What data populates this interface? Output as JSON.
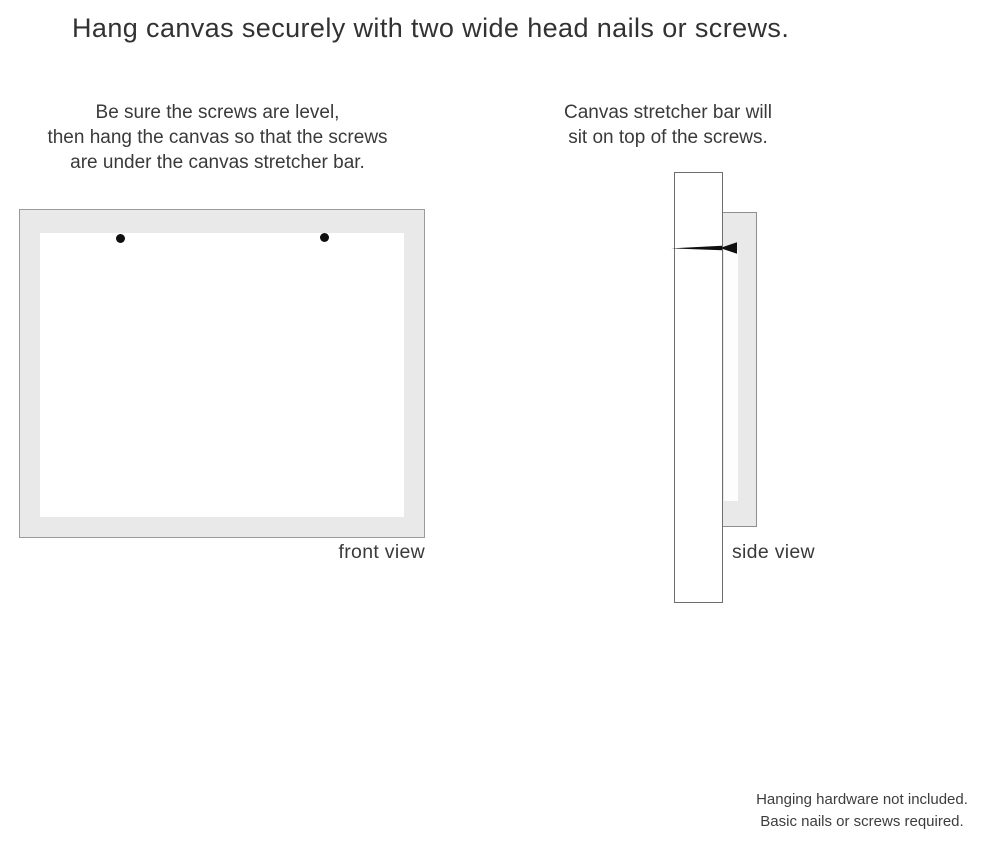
{
  "page": {
    "background": "#ffffff",
    "text_color": "#3a3a3a"
  },
  "title": "Hang canvas securely with two wide head nails or screws.",
  "instructions": {
    "front": {
      "lines": [
        "Be sure the screws are level,",
        "then hang the canvas so that the screws",
        "are under the canvas stretcher bar."
      ]
    },
    "side": {
      "lines": [
        "Canvas stretcher bar will",
        "sit on top of the screws."
      ]
    }
  },
  "diagrams": {
    "front_view": {
      "label": "front view",
      "frame_fill": "#e9e9e9",
      "canvas_fill": "#ffffff",
      "screw_color": "#0f0f0f",
      "screw_count": 2,
      "icons": [
        "screw-dot",
        "screw-dot"
      ]
    },
    "side_view": {
      "label": "side view",
      "wall_fill": "#ffffff",
      "canvas_edge_fill": "#e9e9e9",
      "canvas_recess_fill": "#fdfdfd",
      "nail_color": "#0f0f0f",
      "icons": [
        "nail-side-icon"
      ]
    }
  },
  "footnote": {
    "lines": [
      "Hanging hardware not included.",
      "Basic nails or screws required."
    ]
  }
}
